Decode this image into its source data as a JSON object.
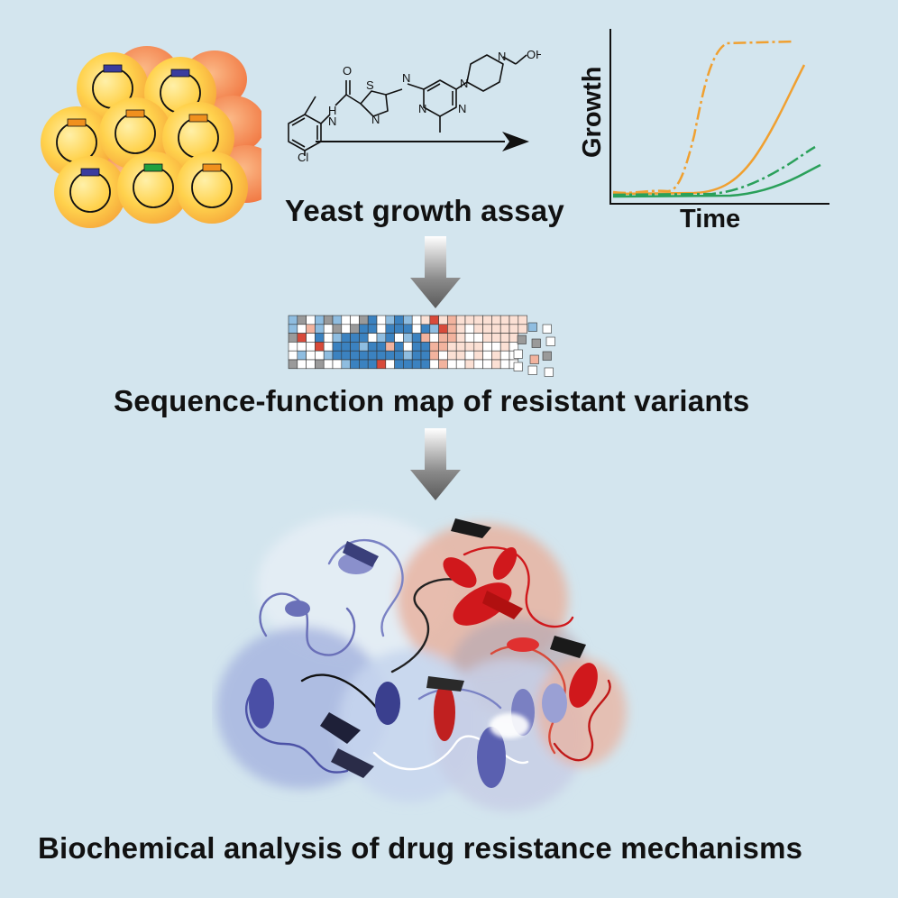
{
  "captions": {
    "assay": "Yeast growth assay",
    "map": "Sequence-function map of resistant variants",
    "analysis": "Biochemical analysis of drug resistance mechanisms"
  },
  "molecule": {
    "atoms": [
      "O",
      "H",
      "N",
      "N",
      "S",
      "N",
      "Cl",
      "N",
      "N",
      "N",
      "N",
      "OH"
    ]
  },
  "chart": {
    "ylabel": "Growth",
    "xlabel": "Time",
    "series_colors": {
      "orange": "#f0a030",
      "green": "#2aa05a"
    }
  },
  "colors": {
    "background": "#d3e5ee",
    "yeast_fill": "#ffd24d",
    "bud_fill": "#f58a55",
    "plasmid_blue": "#3a3c9e",
    "plasmid_orange": "#f0901e",
    "plasmid_green": "#22a040",
    "heat_blue": "#3b82c0",
    "heat_red": "#d84a3a",
    "protein_red": "#d0181c",
    "protein_blue": "#6e74c0"
  }
}
